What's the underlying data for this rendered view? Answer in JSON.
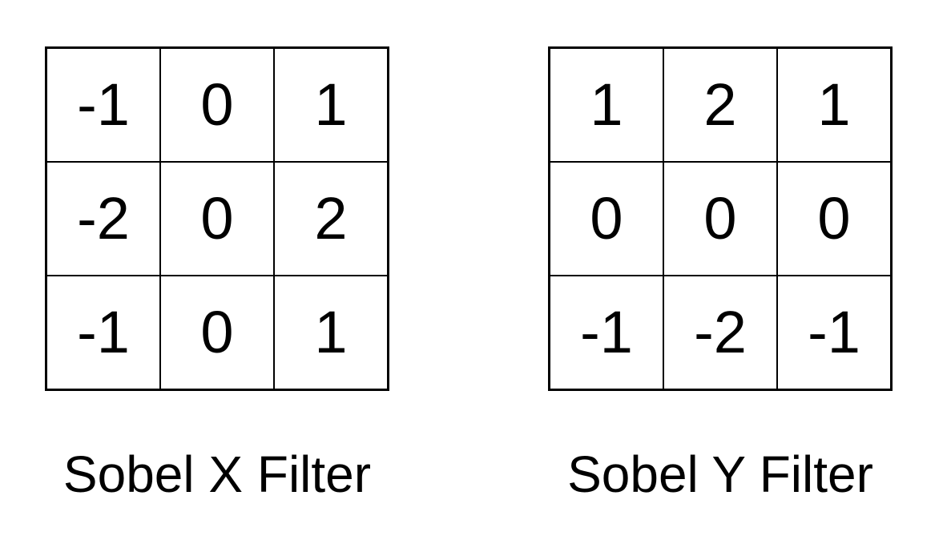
{
  "kernels": [
    {
      "caption": "Sobel X Filter",
      "cells": [
        [
          "-1",
          "0",
          "1"
        ],
        [
          "-2",
          "0",
          "2"
        ],
        [
          "-1",
          "0",
          "1"
        ]
      ]
    },
    {
      "caption": "Sobel Y Filter",
      "cells": [
        [
          "1",
          "2",
          "1"
        ],
        [
          "0",
          "0",
          "0"
        ],
        [
          "-1",
          "-2",
          "-1"
        ]
      ]
    }
  ]
}
